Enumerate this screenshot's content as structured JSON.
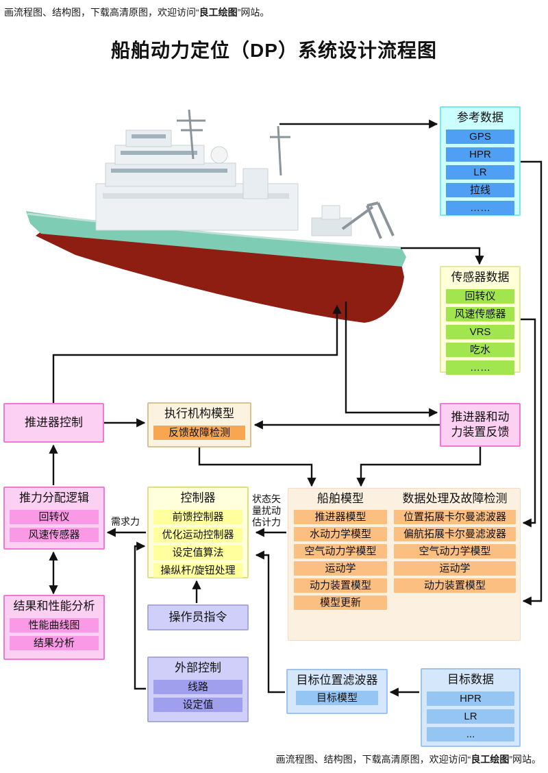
{
  "watermark": {
    "prefix": "画流程图、结构图，下载高清原图，欢迎访问“",
    "brand": "良工绘图",
    "suffix": "”网站。"
  },
  "title": "船舶动力定位（DP）系统设计流程图",
  "labels": {
    "demand_force": "需求力",
    "state_vector_line1": "状态矢",
    "state_vector_line2": "量扰动",
    "state_vector_line3": "估计力"
  },
  "boxes": {
    "reference_data": {
      "title": "参考数据",
      "items": [
        "GPS",
        "HPR",
        "LR",
        "拉线",
        "……"
      ]
    },
    "sensor_data": {
      "title": "传感器数据",
      "items": [
        "回转仪",
        "风速传感器",
        "VRS",
        "吃水",
        "……"
      ]
    },
    "thruster_control": {
      "title": "推进器控制"
    },
    "actuator_model": {
      "title": "执行机构模型",
      "items": [
        "反馈故障检测"
      ]
    },
    "thruster_power_feedback": {
      "title_line1": "推进器和动",
      "title_line2": "力装置反馈"
    },
    "thrust_allocation": {
      "title": "推力分配逻辑",
      "items": [
        "回转仪",
        "风速传感器"
      ]
    },
    "controller": {
      "title": "控制器",
      "items": [
        "前馈控制器",
        "优化运动控制器",
        "设定值算法",
        "操纵杆/旋钮处理"
      ]
    },
    "ship_model": {
      "title": "船舶模型",
      "items": [
        "推进器模型",
        "水动力学模型",
        "空气动力学模型",
        "运动学",
        "动力装置模型",
        "模型更新"
      ]
    },
    "data_processing": {
      "title": "数据处理及故障检测",
      "items": [
        "位置拓展卡尔曼滤波器",
        "偏航拓展卡尔曼滤波器",
        "空气动力学模型",
        "运动学",
        "动力装置模型"
      ]
    },
    "results_analysis": {
      "title": "结果和性能分析",
      "items": [
        "性能曲线图",
        "结果分析"
      ]
    },
    "operator_command": {
      "title": "操作员指令"
    },
    "external_control": {
      "title": "外部控制",
      "items": [
        "线路",
        "设定值"
      ]
    },
    "target_position_filter": {
      "title": "目标位置滤波器",
      "items": [
        "目标模型"
      ]
    },
    "target_data": {
      "title": "目标数据",
      "items": [
        "HPR",
        "LR",
        "..."
      ]
    }
  },
  "colors": {
    "line": "#111111",
    "reference_item": "#4f9ff5",
    "sensor_item": "#a2e64f",
    "pink_box": "#fcd0f2",
    "pink_item": "#fa99e5",
    "actuator_item": "#f8a750",
    "controller_item": "#ffff9d",
    "model_item": "#fbc081",
    "purple_item": "#9f9fee",
    "blue_item": "#94c5f3",
    "ship_hull_red": "#8e1e12",
    "ship_hull_teal": "#7fccb4"
  }
}
